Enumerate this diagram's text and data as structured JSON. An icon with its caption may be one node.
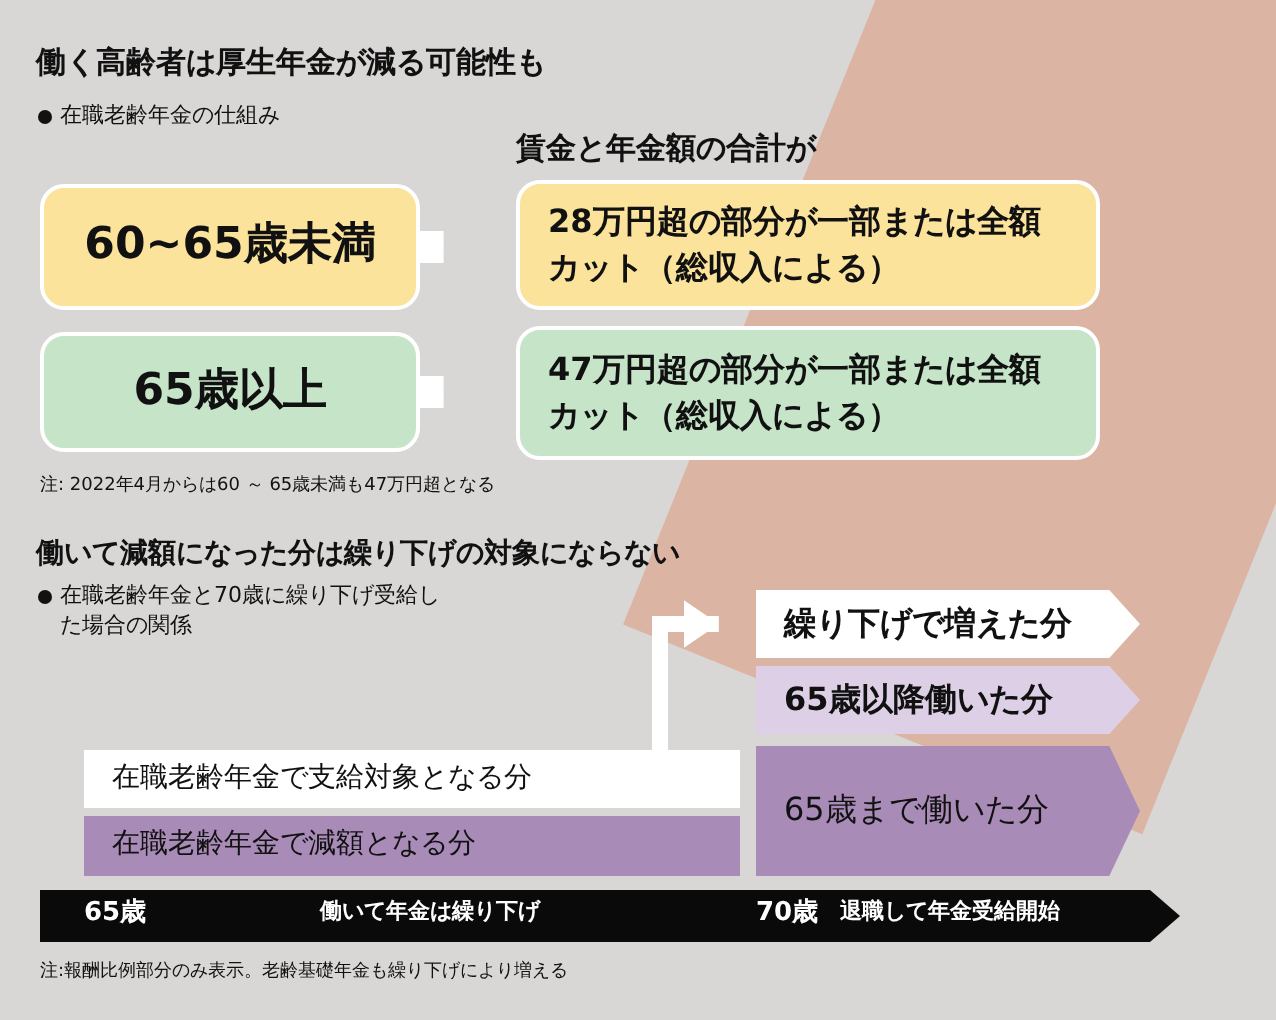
{
  "diagram": {
    "title": "働く高齢者は厚生年金が減る可能性も",
    "nodes": [
      {
        "text": [
          "60~65歳未満"
        ]
      },
      {
        "text": [
          "28万円超の部分が一部または全額カット（総収入による）"
        ]
      },
      {
        "text": [
          "65歳以上"
        ]
      },
      {
        "text": [
          "47万円超の部分が一部または全額カット（総収入による）"
        ]
      },
      {
        "text": [
          "在職老齢年金で支給対象となる分"
        ]
      },
      {
        "text": [
          "在職老齢年金で減額となる分"
        ]
      },
      {
        "text": [
          "繰り下げで増えた分"
        ]
      },
      {
        "text": [
          "65歳以降働いた分"
        ]
      },
      {
        "text": [
          "65歳まで働いた分"
        ]
      }
    ],
    "edges": [
      {
        "from": 0,
        "to": 1,
        "arrow": "to"
      },
      {
        "from": 2,
        "to": 3,
        "arrow": "to"
      },
      {
        "from": 4,
        "to": 6,
        "arrow": "to"
      }
    ],
    "labels": [
      "在職老齢年金の仕組み",
      "賃金と年金額の合計が",
      "注: 2022年4月からは60 ～ 65歳未満も47万円超となる",
      "働いて減額になった分は繰り下げの対象にならない",
      "在職老齢年金と70歳に繰り下げ受給した場合の関係",
      "65歳",
      "働いて年金は繰り下げ",
      "70歳",
      "退職して年金受給開始",
      "注:報酬比例部分のみ表示。老齢基礎年金も繰り下げにより増える"
    ]
  }
}
